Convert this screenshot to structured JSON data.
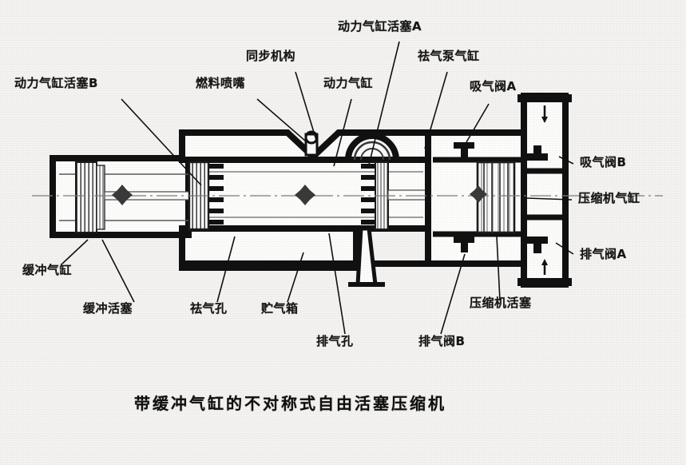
{
  "figure": {
    "title": "带缓冲气缸的不对称式自由活塞压缩机",
    "background_color": "#f4f3f1",
    "ink_color": "#111111",
    "labels": {
      "power_cylinder_piston_b": "动力气缸活塞B",
      "fuel_injector": "燃料喷嘴",
      "sync_mechanism": "同步机构",
      "power_cylinder": "动力气缸",
      "power_cylinder_piston_a": "动力气缸活塞A",
      "scavenge_pump_cylinder": "祛气泵气缸",
      "suction_valve_a": "吸气阀A",
      "suction_valve_b": "吸气阀B",
      "compressor_cylinder": "压缩机气缸",
      "exhaust_valve_a": "排气阀A",
      "compressor_piston": "压缩机活塞",
      "buffer_cylinder": "缓冲气缸",
      "buffer_piston": "缓冲活塞",
      "scavenge_port": "祛气孔",
      "air_reservoir": "贮气箱",
      "exhaust_port": "排气孔",
      "exhaust_valve_b": "排气阀B"
    }
  }
}
